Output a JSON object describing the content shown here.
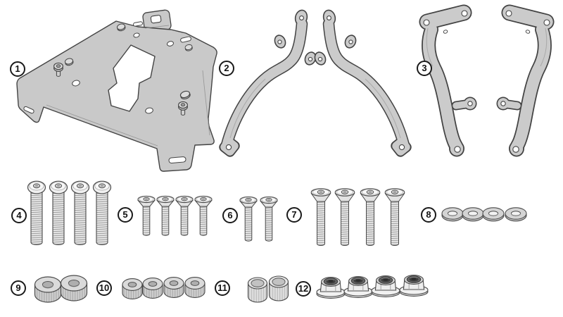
{
  "diagram_title": "mounting-kit-parts-diagram",
  "colors": {
    "background": "#ffffff",
    "part_fill": "#c9c9c9",
    "fastener_fill": "#f0f0f0",
    "outline": "#434343",
    "badge_border": "#1a1a1a"
  },
  "parts": [
    {
      "number": "1",
      "shape": "top-mounting-plate",
      "quantity": 1
    },
    {
      "number": "2",
      "shape": "support-arm-pair",
      "quantity": 2
    },
    {
      "number": "3",
      "shape": "side-bracket-pair",
      "quantity": 2
    },
    {
      "number": "4",
      "shape": "button-head-bolt-long",
      "quantity": 4
    },
    {
      "number": "5",
      "shape": "countersunk-screw-short",
      "quantity": 4
    },
    {
      "number": "6",
      "shape": "countersunk-screw-medium",
      "quantity": 2
    },
    {
      "number": "7",
      "shape": "countersunk-bolt-long",
      "quantity": 4
    },
    {
      "number": "8",
      "shape": "flat-washer",
      "quantity": 4
    },
    {
      "number": "9",
      "shape": "spacer-bushing-large",
      "quantity": 2
    },
    {
      "number": "10",
      "shape": "spacer-bushing-small",
      "quantity": 4
    },
    {
      "number": "11",
      "shape": "spacer-bushing-tall",
      "quantity": 2
    },
    {
      "number": "12",
      "shape": "flanged-lock-nut",
      "quantity": 4
    }
  ]
}
